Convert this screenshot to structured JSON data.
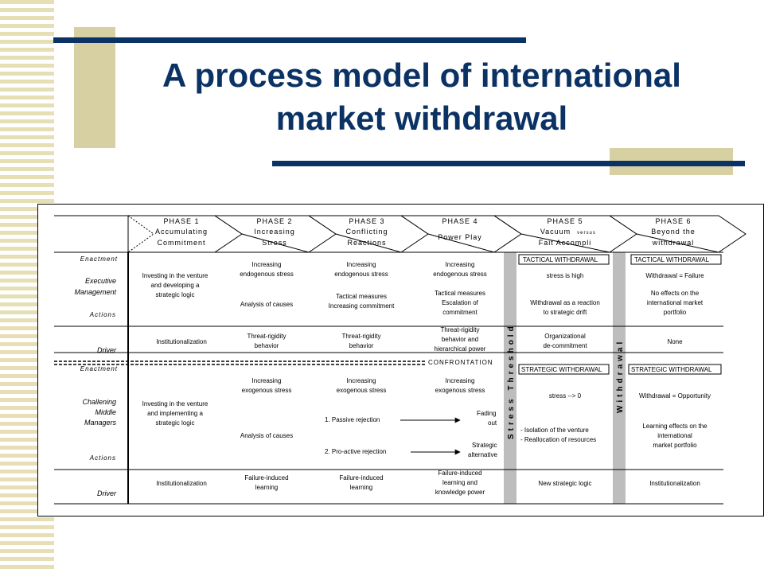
{
  "slide": {
    "title_line1": "A process model of international",
    "title_line2": "market withdrawal",
    "colors": {
      "title": "#0b3264",
      "accent_bar": "#0b3264",
      "olive": "#d7d0a2",
      "stripe": "#e6dfb5",
      "band": "#bdbdbd"
    }
  },
  "diagram": {
    "phases": [
      {
        "name": "PHASE 1",
        "line1": "Accumulating",
        "line2": "Commitment"
      },
      {
        "name": "PHASE 2",
        "line1": "Increasing",
        "line2": "Stress"
      },
      {
        "name": "PHASE 3",
        "line1": "Conflicting",
        "line2": "Reactions"
      },
      {
        "name": "PHASE 4",
        "line1": "Power Play",
        "line2": ""
      },
      {
        "name": "PHASE 5",
        "line1": "Vacuum",
        "line1_small": "versus",
        "line2": "Fait Accompli"
      },
      {
        "name": "PHASE 6",
        "line1": "Beyond the",
        "line2": "withdrawal"
      }
    ],
    "left_labels": {
      "enactment": "Enactment",
      "exec_line1": "Executive",
      "exec_line2": "Management",
      "actions": "Actions",
      "driver": "Driver",
      "challenging_line1": "Challening",
      "challenging_line2": "Middle",
      "challenging_line3": "Managers"
    },
    "exec": {
      "p1": [
        "Investing in the venture",
        "and developing a",
        "strategic logic"
      ],
      "p2_enact": [
        "Increasing",
        "endogenous stress"
      ],
      "p2_action": "Analysis of causes",
      "p3_enact": [
        "Increasing",
        "endogenous stress"
      ],
      "p3_action": [
        "Tactical measures",
        "Increasing commitment"
      ],
      "p4_enact": [
        "Increasing",
        "endogenous stress"
      ],
      "p4_action": [
        "Tactical measures",
        "Escalation of",
        "commitment"
      ],
      "p5_box": "TACTICAL WITHDRAWAL",
      "p5_enact": "stress is high",
      "p5_action": [
        "Withdrawal as a reaction",
        "to strategic drift"
      ],
      "p6_box": "TACTICAL WITHDRAWAL",
      "p6_enact": "Withdrawal = Failure",
      "p6_action": [
        "No effects on the",
        "international market",
        "portfolio"
      ]
    },
    "exec_driver": {
      "p1": "Institutionalization",
      "p2": [
        "Threat-rigidity",
        "behavior"
      ],
      "p3": [
        "Threat-rigidity",
        "behavior"
      ],
      "p4": [
        "Threat-rigidity",
        "behavior and",
        "hierarchical power"
      ],
      "p5": [
        "Organizational",
        "de-commitment"
      ],
      "p6": "None"
    },
    "confrontation": "CONFRONTATION",
    "middle": {
      "p1": [
        "Investing in the venture",
        "and implementing a",
        "strategic logic"
      ],
      "p2_enact": [
        "Increasing",
        "exogenous stress"
      ],
      "p2_action": "Analysis of causes",
      "p3_enact": [
        "Increasing",
        "exogenous stress"
      ],
      "p3_opt1": "1. Passive rejection",
      "p3_opt2": "2. Pro-active rejection",
      "p4_enact": [
        "Increasing",
        "exogenous stress"
      ],
      "p4_opt1": [
        "Fading",
        "out"
      ],
      "p4_opt2": [
        "Strategic",
        "alternative"
      ],
      "p5_box": "STRATEGIC WITHDRAWAL",
      "p5_enact": "stress --> 0",
      "p5_action": [
        "- Isolation of the venture",
        "- Reallocation of resources"
      ],
      "p6_box": "STRATEGIC WITHDRAWAL",
      "p6_enact": "Withdrawal = Opportunity",
      "p6_action": [
        "Learning effects on the",
        "international",
        "market portfolio"
      ]
    },
    "middle_driver": {
      "p1": "Institutionalization",
      "p2": [
        "Failure-induced",
        "learning"
      ],
      "p3": [
        "Failure-induced",
        "learning"
      ],
      "p4": [
        "Failure-induced",
        "learning and",
        "knowledge power"
      ],
      "p5": "New strategic logic",
      "p6": "Institutionalization"
    },
    "band_labels": {
      "stress_threshold": "Stress Threshold",
      "withdrawal": "Withdrawal"
    }
  }
}
